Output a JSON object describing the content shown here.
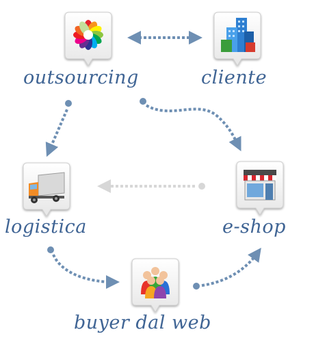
{
  "colors": {
    "label": "#3f6494",
    "arrow": "#6e8fb3",
    "arrow_light": "#d7d7d7",
    "pin_body": "#f4f4f4",
    "pin_border": "#cfcfcf"
  },
  "nodes": {
    "outsourcing": {
      "label": "outsourcing",
      "icon": "color-flower-icon"
    },
    "cliente": {
      "label": "cliente",
      "icon": "office-buildings-icon"
    },
    "logistica": {
      "label": "logistica",
      "icon": "delivery-truck-icon"
    },
    "eshop": {
      "label": "e-shop",
      "icon": "storefront-icon"
    },
    "buyer": {
      "label": "buyer dal web",
      "icon": "users-group-icon"
    }
  }
}
